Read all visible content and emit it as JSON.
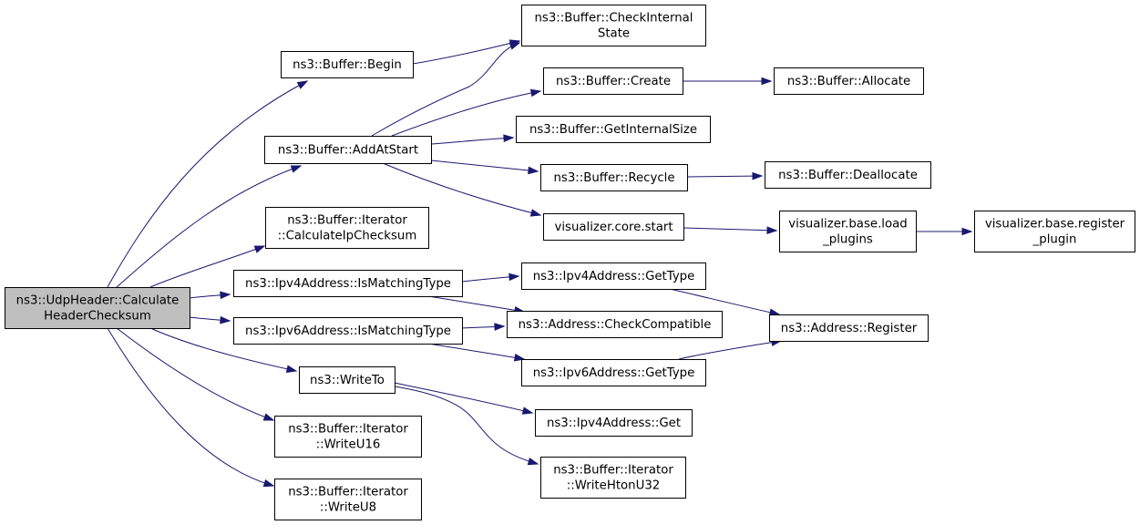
{
  "colors": {
    "edge": "#191970",
    "node_border": "#000000",
    "node_fill": "#ffffff",
    "root_fill": "#bfbfbf"
  },
  "nodes": [
    {
      "id": "root",
      "lines": [
        "ns3::UdpHeader::Calculate",
        "HeaderChecksum"
      ]
    },
    {
      "id": "begin",
      "lines": [
        "ns3::Buffer::Begin"
      ]
    },
    {
      "id": "addatstart",
      "lines": [
        "ns3::Buffer::AddAtStart"
      ]
    },
    {
      "id": "calcip",
      "lines": [
        "ns3::Buffer::Iterator",
        "::CalculateIpChecksum"
      ]
    },
    {
      "id": "ipv4match",
      "lines": [
        "ns3::Ipv4Address::IsMatchingType"
      ]
    },
    {
      "id": "ipv6match",
      "lines": [
        "ns3::Ipv6Address::IsMatchingType"
      ]
    },
    {
      "id": "writeto",
      "lines": [
        "ns3::WriteTo"
      ]
    },
    {
      "id": "writeu16",
      "lines": [
        "ns3::Buffer::Iterator",
        "::WriteU16"
      ]
    },
    {
      "id": "writeu8",
      "lines": [
        "ns3::Buffer::Iterator",
        "::WriteU8"
      ]
    },
    {
      "id": "checkinternal",
      "lines": [
        "ns3::Buffer::CheckInternal",
        "State"
      ]
    },
    {
      "id": "create",
      "lines": [
        "ns3::Buffer::Create"
      ]
    },
    {
      "id": "getinternalsize",
      "lines": [
        "ns3::Buffer::GetInternalSize"
      ]
    },
    {
      "id": "recycle",
      "lines": [
        "ns3::Buffer::Recycle"
      ]
    },
    {
      "id": "vizstart",
      "lines": [
        "visualizer.core.start"
      ]
    },
    {
      "id": "ipv4gettype",
      "lines": [
        "ns3::Ipv4Address::GetType"
      ]
    },
    {
      "id": "checkcompat",
      "lines": [
        "ns3::Address::CheckCompatible"
      ]
    },
    {
      "id": "ipv6gettype",
      "lines": [
        "ns3::Ipv6Address::GetType"
      ]
    },
    {
      "id": "ipv4get",
      "lines": [
        "ns3::Ipv4Address::Get"
      ]
    },
    {
      "id": "writehton",
      "lines": [
        "ns3::Buffer::Iterator",
        "::WriteHtonU32"
      ]
    },
    {
      "id": "allocate",
      "lines": [
        "ns3::Buffer::Allocate"
      ]
    },
    {
      "id": "deallocate",
      "lines": [
        "ns3::Buffer::Deallocate"
      ]
    },
    {
      "id": "vizload",
      "lines": [
        "visualizer.base.load",
        "_plugins"
      ]
    },
    {
      "id": "vizregister",
      "lines": [
        "visualizer.base.register",
        "_plugin"
      ]
    },
    {
      "id": "register",
      "lines": [
        "ns3::Address::Register"
      ]
    }
  ],
  "edges": [
    {
      "from": "root",
      "to": "begin"
    },
    {
      "from": "root",
      "to": "addatstart"
    },
    {
      "from": "root",
      "to": "calcip"
    },
    {
      "from": "root",
      "to": "ipv4match"
    },
    {
      "from": "root",
      "to": "ipv6match"
    },
    {
      "from": "root",
      "to": "writeto"
    },
    {
      "from": "root",
      "to": "writeu16"
    },
    {
      "from": "root",
      "to": "writeu8"
    },
    {
      "from": "begin",
      "to": "checkinternal"
    },
    {
      "from": "addatstart",
      "to": "checkinternal"
    },
    {
      "from": "addatstart",
      "to": "create"
    },
    {
      "from": "addatstart",
      "to": "getinternalsize"
    },
    {
      "from": "addatstart",
      "to": "recycle"
    },
    {
      "from": "addatstart",
      "to": "vizstart"
    },
    {
      "from": "create",
      "to": "allocate"
    },
    {
      "from": "recycle",
      "to": "deallocate"
    },
    {
      "from": "vizstart",
      "to": "vizload"
    },
    {
      "from": "vizload",
      "to": "vizregister"
    },
    {
      "from": "ipv4match",
      "to": "ipv4gettype"
    },
    {
      "from": "ipv4match",
      "to": "checkcompat"
    },
    {
      "from": "ipv6match",
      "to": "checkcompat"
    },
    {
      "from": "ipv6match",
      "to": "ipv6gettype"
    },
    {
      "from": "ipv4gettype",
      "to": "register"
    },
    {
      "from": "ipv6gettype",
      "to": "register"
    },
    {
      "from": "writeto",
      "to": "ipv4get"
    },
    {
      "from": "writeto",
      "to": "writehton"
    }
  ]
}
